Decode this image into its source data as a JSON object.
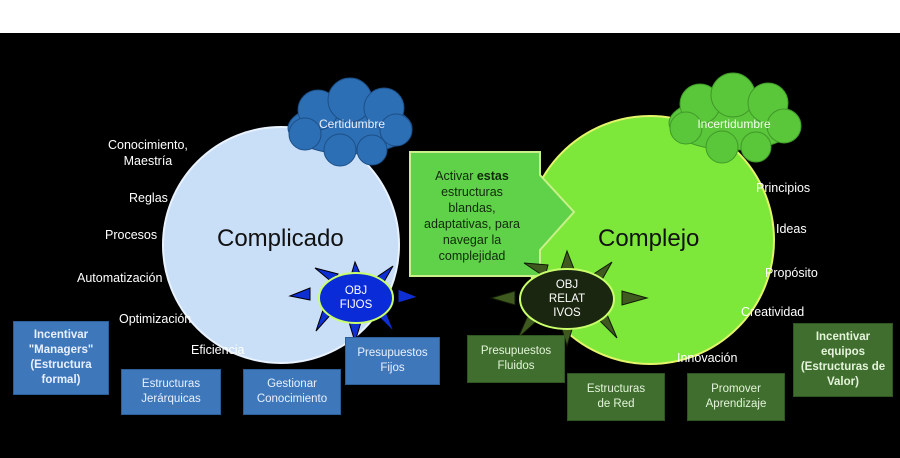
{
  "left": {
    "title": "Complicado",
    "cloud": "Certidumbre",
    "obj": "OBJ\nFIJOS",
    "labels": [
      "Conocimiento,\nMaestría",
      "Reglas",
      "Procesos",
      "Automatización",
      "Optimización",
      "Eficiencia"
    ],
    "boxes": [
      "Incentivar\n\"Managers\"\n(Estructura\nformal)",
      "Estructuras\nJerárquicas",
      "Gestionar\nConocimiento",
      "Presupuestos\nFijos"
    ]
  },
  "right": {
    "title": "Complejo",
    "cloud": "Incertidumbre",
    "obj": "OBJ\nRELAT\nIVOS",
    "labels": [
      "Principios",
      "Ideas",
      "Propósito",
      "Creatividad",
      "Innovación"
    ],
    "boxes": [
      "Presupuestos\nFluidos",
      "Estructuras\nde Red",
      "Promover\nAprendizaje",
      "Incentivar\nequipos\n(Estructuras de\nValor)"
    ]
  },
  "center": {
    "text_before": "Activar ",
    "text_bold": "estas",
    "text_after": " estructuras blandas, adaptativas, para navegar la complejidad"
  },
  "colors": {
    "left_circle": "#c9def7",
    "right_circle": "#7ee83a",
    "left_cloud": "#2d6fb4",
    "right_cloud": "#5ac63a",
    "arrow": "#5fd24a",
    "blue_star": "#0d2fd4",
    "green_star": "#3f5a1e"
  }
}
